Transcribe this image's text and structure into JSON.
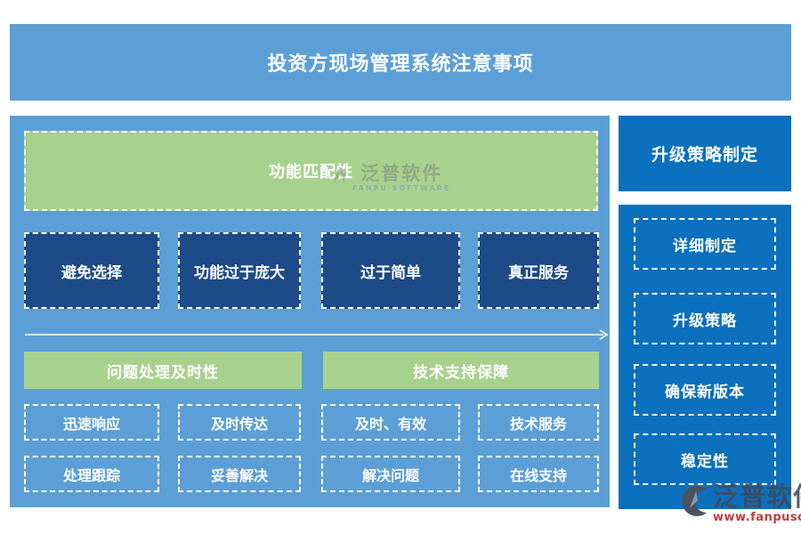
{
  "title": "投资方现场管理系统注意事项",
  "colors": {
    "panel_blue": "#5C9FD6",
    "side_blue": "#0B70BD",
    "navy": "#1C4B87",
    "green": "#A9D18E",
    "logo_red": "#C43B3B",
    "text_white": "#ffffff"
  },
  "main": {
    "top_box": "功能匹配性",
    "row_boxes": [
      "避免选择",
      "功能过于庞大",
      "过于简单",
      "真正服务"
    ],
    "section_headers": [
      "问题处理及时性",
      "技术支持保障"
    ],
    "grid_row1": [
      "迅速响应",
      "及时传达",
      "及时、有效",
      "技术服务"
    ],
    "grid_row2": [
      "处理跟踪",
      "妥善解决",
      "解决问题",
      "在线支持"
    ]
  },
  "sidebar": {
    "header": "升级策略制定",
    "items": [
      "详细制定",
      "升级策略",
      "确保新版本",
      "稳定性"
    ]
  },
  "watermark": {
    "brand": "泛普软件",
    "brand_en": "FANPU SOFTWARE"
  },
  "logo": {
    "brand": "泛普软件",
    "url": "www.fanpusoft.com"
  }
}
